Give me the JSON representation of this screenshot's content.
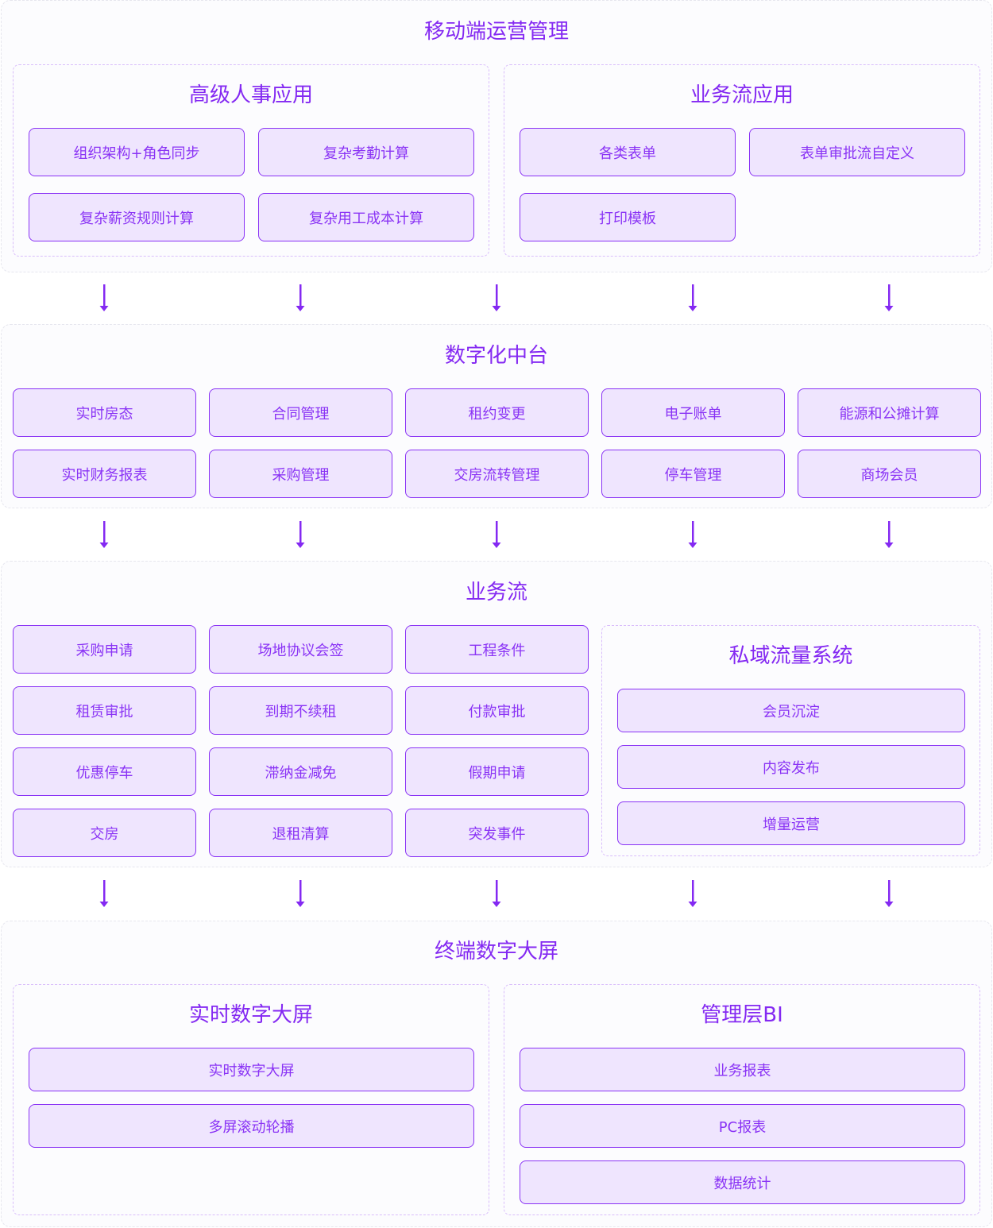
{
  "sections": [
    {
      "title": "移动端运营管理",
      "groups": [
        {
          "title": "高级人事应用",
          "items": [
            "组织架构+角色同步",
            "复杂考勤计算",
            "复杂薪资规则计算",
            "复杂用工成本计算"
          ]
        },
        {
          "title": "业务流应用",
          "items": [
            "各类表单",
            "表单审批流自定义",
            "打印模板"
          ]
        }
      ]
    },
    {
      "title": "数字化中台",
      "items": [
        "实时房态",
        "合同管理",
        "租约变更",
        "电子账单",
        "能源和公摊计算",
        "实时财务报表",
        "采购管理",
        "交房流转管理",
        "停车管理",
        "商场会员"
      ]
    },
    {
      "title": "业务流",
      "items": [
        "采购申请",
        "场地协议会签",
        "工程条件",
        "租赁审批",
        "到期不续租",
        "付款审批",
        "优惠停车",
        "滞纳金减免",
        "假期申请",
        "交房",
        "退租清算",
        "突发事件"
      ],
      "groups": [
        {
          "title": "私域流量系统",
          "items": [
            "会员沉淀",
            "内容发布",
            "增量运营"
          ]
        }
      ]
    },
    {
      "title": "终端数字大屏",
      "groups": [
        {
          "title": "实时数字大屏",
          "items": [
            "实时数字大屏",
            "多屏滚动轮播"
          ]
        },
        {
          "title": "管理层BI",
          "items": [
            "业务报表",
            "PC报表",
            "数据统计"
          ]
        }
      ]
    }
  ],
  "colors": {
    "accent": "#8a33f5",
    "fill": "#efe5fe"
  }
}
